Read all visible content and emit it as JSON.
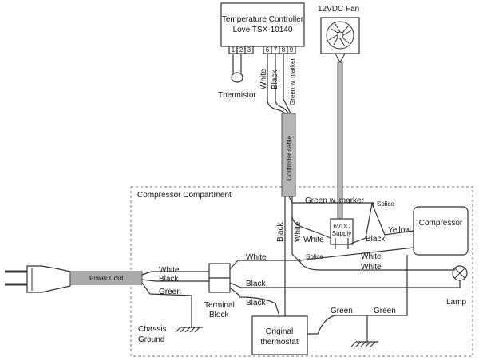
{
  "controller": {
    "title": "Temperature Controller",
    "model": "Love TSX-10140",
    "terminals": [
      "1",
      "2",
      "3",
      "6",
      "7",
      "8",
      "9"
    ]
  },
  "fan_label": "12VDC Fan",
  "thermistor_label": "Thermistor",
  "controller_cable_label": "Controller cable",
  "compartment_label": "Compressor Compartment",
  "compressor_label": "Compressor",
  "supply_label_1": "6VDC",
  "supply_label_2": "Supply",
  "power_cord_label": "Power Cord",
  "terminal_block_label_1": "Terminal",
  "terminal_block_label_2": "Block",
  "original_thermostat_1": "Original",
  "original_thermostat_2": "thermostat",
  "chassis_ground_1": "Chassis",
  "chassis_ground_2": "Ground",
  "lamp_label": "Lamp",
  "splice_label": "Splice",
  "wire_labels": {
    "white": "White",
    "black": "Black",
    "green": "Green",
    "yellow": "Yellow",
    "green_marker": "Green w. marker"
  },
  "colors": {
    "wire": "#333333",
    "power_cord": "#aaaaaa",
    "cable": "#b5b5b5",
    "dashed_border": "#777777"
  }
}
